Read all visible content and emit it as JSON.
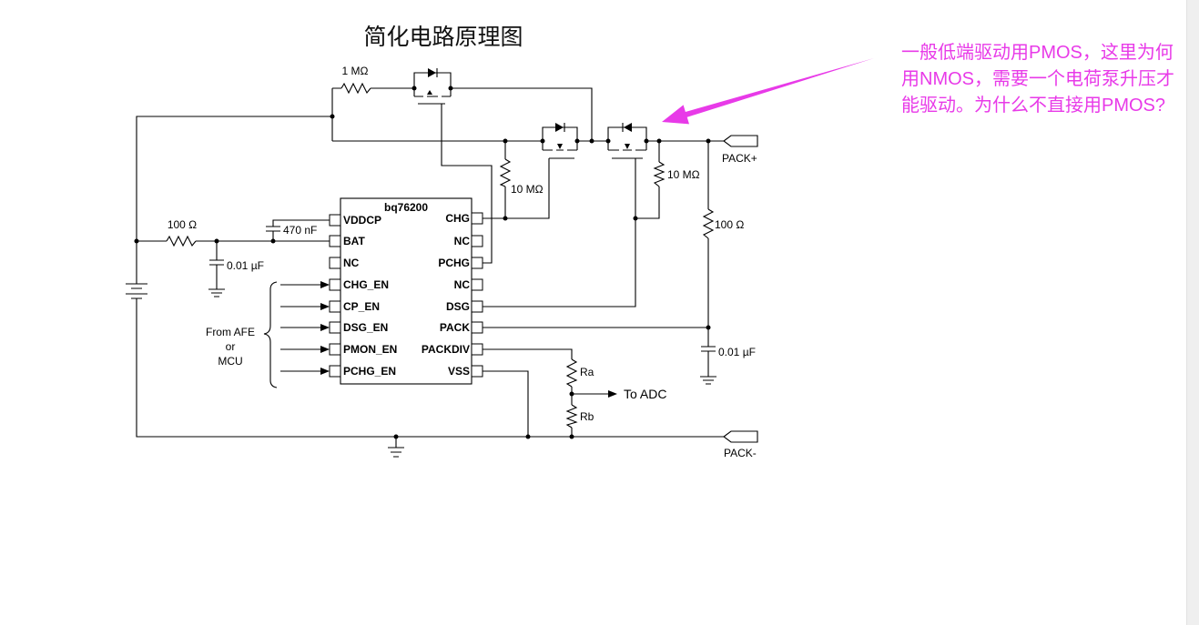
{
  "document": {
    "title": "简化电路原理图"
  },
  "annotation": {
    "lines": [
      "一般低端驱动用PMOS，这里为何",
      "用NMOS，需要一个电荷泵升压才",
      "能驱动。为什么不直接用PMOS?"
    ],
    "color": "#e83ae8"
  },
  "schematic": {
    "ic": {
      "name": "bq76200",
      "left_pins": [
        "VDDCP",
        "BAT",
        "NC",
        "CHG_EN",
        "CP_EN",
        "DSG_EN",
        "PMON_EN",
        "PCHG_EN"
      ],
      "right_pins": [
        "CHG",
        "NC",
        "PCHG",
        "NC",
        "DSG",
        "PACK",
        "PACKDIV",
        "VSS"
      ]
    },
    "labels": {
      "r_precharge": "1 MΩ",
      "r_bat": "100 Ω",
      "c_vddcp": "470 nF",
      "c_bat": "0.01 µF",
      "r_chg_gate": "10 MΩ",
      "r_dsg_gate": "10 MΩ",
      "r_pack": "100 Ω",
      "c_pack": "0.01 µF",
      "ra": "Ra",
      "rb": "Rb",
      "adc_output": "To ADC"
    },
    "inputs_source": [
      "From AFE",
      "or",
      "MCU"
    ],
    "connectors": {
      "pack_plus": "PACK+",
      "pack_minus": "PACK-"
    }
  }
}
